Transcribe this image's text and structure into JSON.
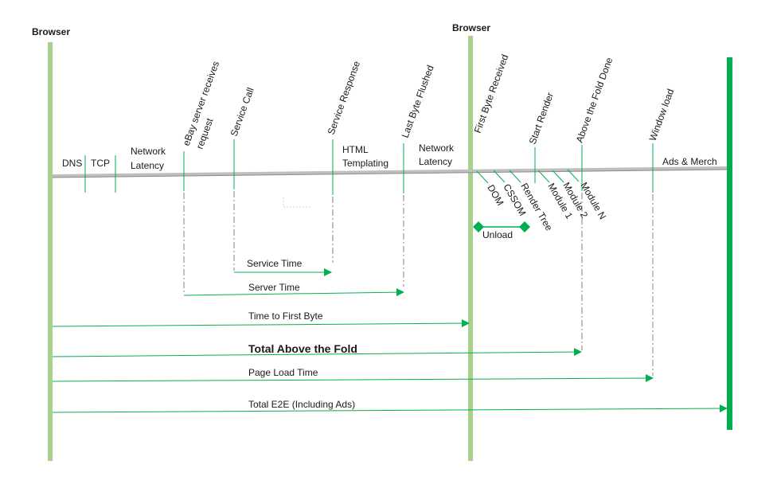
{
  "browser_left": "Browser",
  "browser_mid": "Browser",
  "segments": {
    "dns": "DNS",
    "tcp": "TCP",
    "net1_a": "Network",
    "net1_b": "Latency",
    "html_a": "HTML",
    "html_b": "Templating",
    "net2_a": "Network",
    "net2_b": "Latency",
    "ads": "Ads & Merch"
  },
  "events": {
    "ebay_a": "eBay server receives",
    "ebay_b": "request",
    "service_call": "Service Call",
    "service_response": "Service Response",
    "last_byte": "Last Byte Flushed",
    "first_byte": "First Byte Received",
    "start_render": "Start Render",
    "atf_done": "Above the Fold Done",
    "window_load": "Window load"
  },
  "render_steps": {
    "dom": "DOM",
    "cssom": "CSSOM",
    "render_tree": "Render Tree",
    "module1": "Module 1",
    "module2": "Module 2",
    "moduleN": "Module N"
  },
  "unload": "Unload",
  "metrics": {
    "service_time": "Service Time",
    "server_time": "Server Time",
    "ttfb": "Time to First Byte",
    "total_atf": "Total Above the Fold",
    "page_load": "Page Load Time",
    "total_e2e": "Total E2E (Including Ads)"
  },
  "colors": {
    "browser_bar_light": "#a9d18e",
    "browser_bar_dark": "#00b050",
    "arrow": "#00b050",
    "tick": "#00b050",
    "timeline": "#a6a6a6",
    "dash": "#7f7f7f"
  }
}
